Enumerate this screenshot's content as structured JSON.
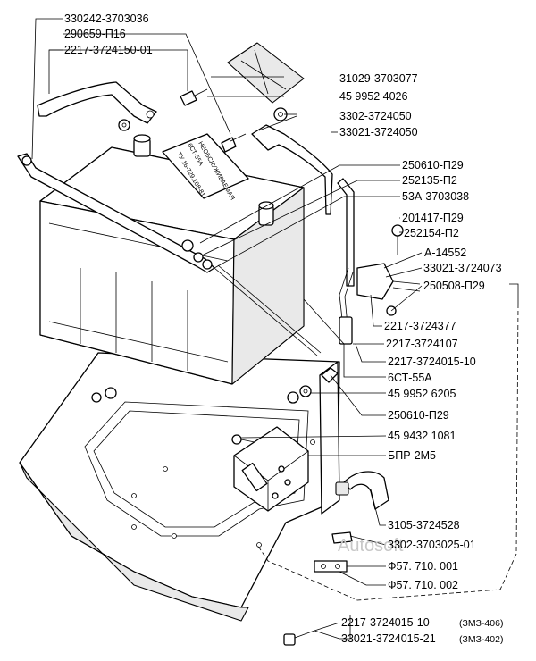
{
  "parts": {
    "p01": "330242-3703036",
    "p02": "290659-П16",
    "p03": "2217-3724150-01",
    "p04": "31029-3703077",
    "p05": "45 9952 4026",
    "p06": "3302-3724050",
    "p07": "33021-3724050",
    "p08": "250610-П29",
    "p09": "252135-П2",
    "p10": "53А-3703038",
    "p11": "201417-П29",
    "p12": "252154-П2",
    "p13": "А-14552",
    "p14": "33021-3724073",
    "p15": "250508-П29",
    "p16": "2217-3724377",
    "p17": "2217-3724107",
    "p18": "2217-3724015-10",
    "p19": "6СТ-55А",
    "p20": "45 9952 6205",
    "p21": "250610-П29",
    "p22": "45 9432 1081",
    "p23": "БПР-2М5",
    "p24": "3105-3724528",
    "p25": "3302-3703025-01",
    "p26": "Ф57. 710. 001",
    "p27": "Ф57. 710. 002",
    "p28": "2217-3724015-10",
    "p28_note": "(ЗМЗ-406)",
    "p29": "33021-3724015-21",
    "p29_note": "(ЗМЗ-402)"
  },
  "battery_label": {
    "brand": "6СТ-55А",
    "line1": "НЕОБСЛУЖИВАЕМАЯ",
    "line2": "ТУ 16-729.108-81"
  },
  "watermark": "Autosoft"
}
